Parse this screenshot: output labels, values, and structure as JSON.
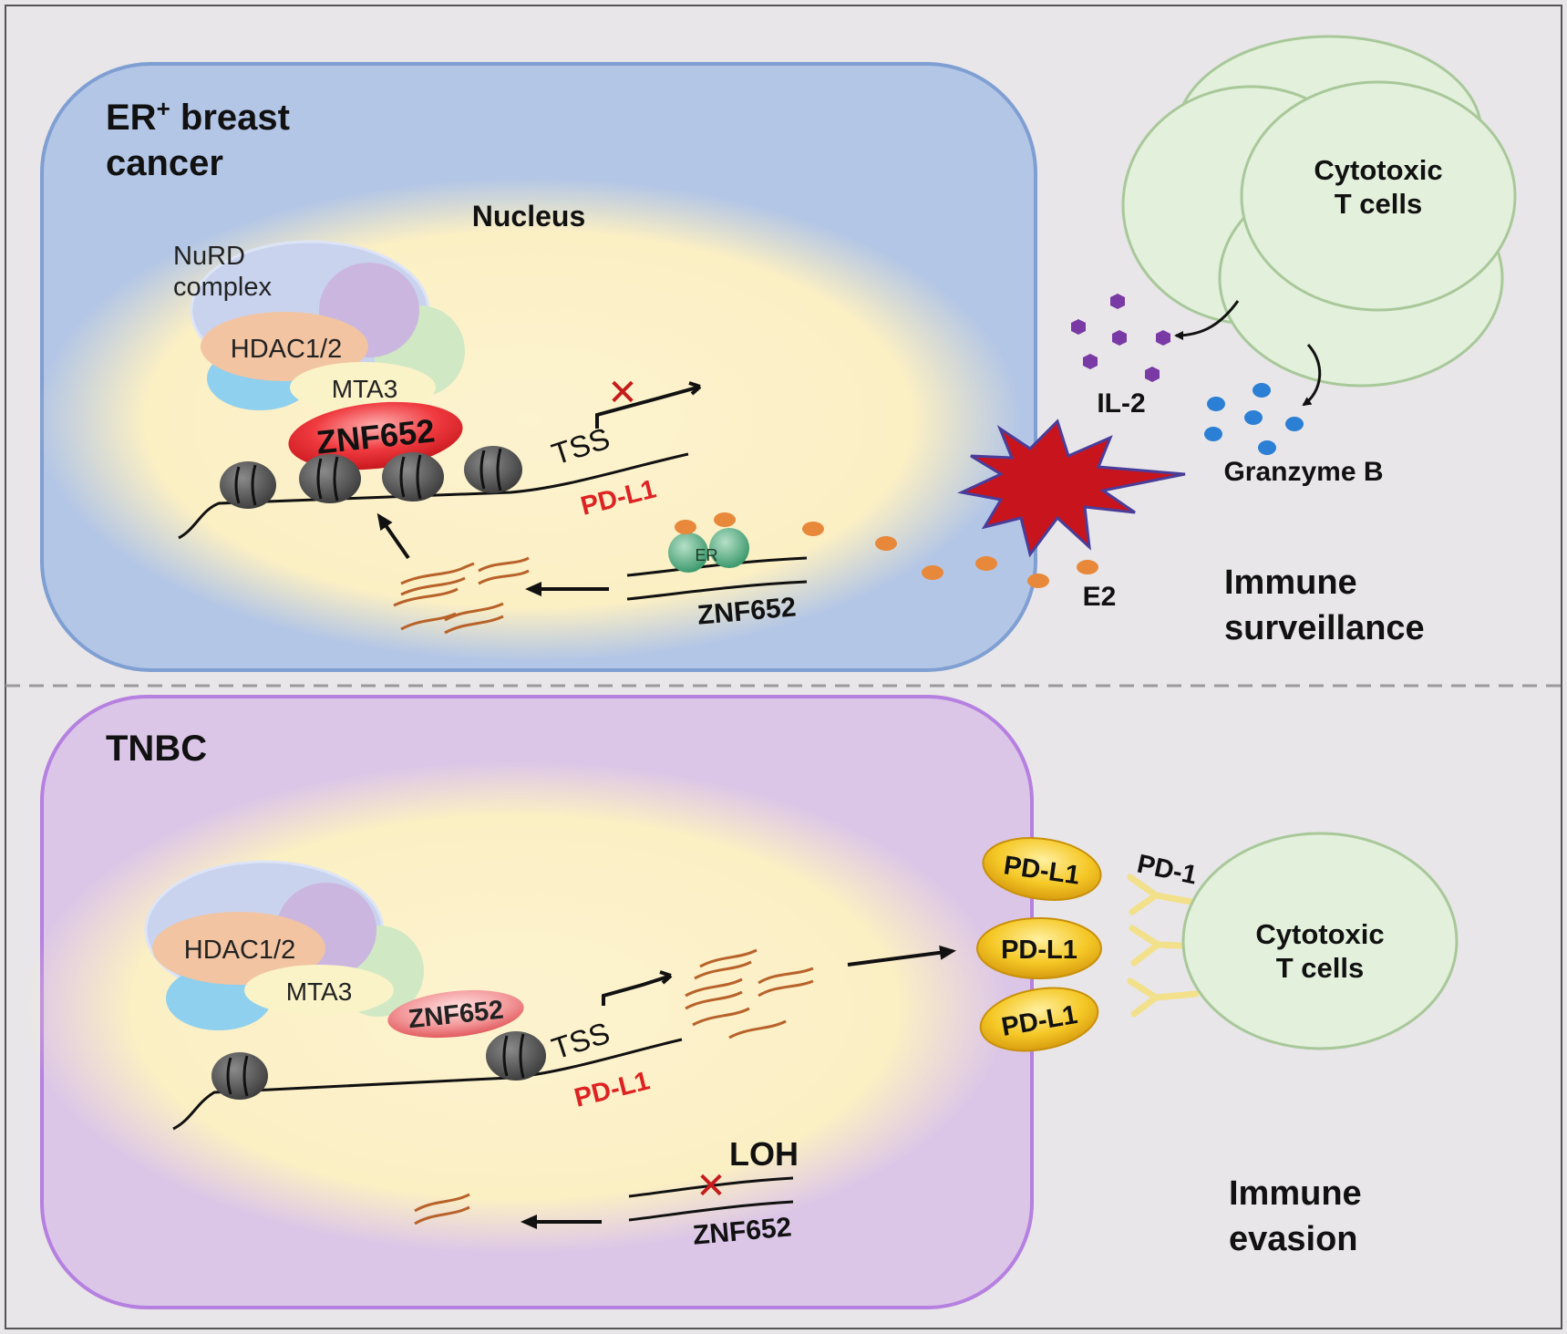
{
  "top_panel": {
    "title_line1": "ER",
    "title_sup": "+",
    "title_rest": " breast",
    "title_line2": "cancer",
    "nucleus_label": "Nucleus",
    "nurd_line1": "NuRD",
    "nurd_line2": "complex",
    "hdac_label": "HDAC1/2",
    "mta3_label": "MTA3",
    "znf652_protein_label": "ZNF652",
    "tss_label": "TSS",
    "pdl1_gene_label": "PD-L1",
    "er_label": "ER",
    "znf652_gene_label": "ZNF652",
    "e2_label": "E2",
    "il2_label": "IL-2",
    "granzyme_label": "Granzyme B",
    "tcell_line1": "Cytotoxic",
    "tcell_line2": "T cells",
    "outcome_line1": "Immune",
    "outcome_line2": "surveillance"
  },
  "bottom_panel": {
    "title": "TNBC",
    "hdac_label": "HDAC1/2",
    "mta3_label": "MTA3",
    "znf652_protein_label": "ZNF652",
    "tss_label": "TSS",
    "pdl1_gene_label": "PD-L1",
    "loh_label": "LOH",
    "znf652_gene_label": "ZNF652",
    "pdl1_surface_labels": [
      "PD-L1",
      "PD-L1",
      "PD-L1"
    ],
    "pd1_label": "PD-1",
    "tcell_line1": "Cytotoxic",
    "tcell_line2": "T cells",
    "outcome_line1": "Immune",
    "outcome_line2": "evasion"
  },
  "colors": {
    "background": "#e8e6e8",
    "er_cell_fill": "#b3c6e6",
    "er_cell_stroke": "#7f9fd3",
    "tnbc_cell_fill": "#dcc6e8",
    "tnbc_cell_stroke": "#b580e0",
    "nucleus_fill": "#fbf1c8",
    "tcell_fill": "#e3f0dc",
    "tcell_stroke": "#a8c89a",
    "znf652_red": "#e8343c",
    "pdl1_red": "#dd2222",
    "e2_orange": "#e8883a",
    "il2_purple": "#7a3aa6",
    "granzyme_blue": "#2b7fd4",
    "pdl1_yellow": "#f3c52a",
    "burst_red": "#c8141c"
  }
}
